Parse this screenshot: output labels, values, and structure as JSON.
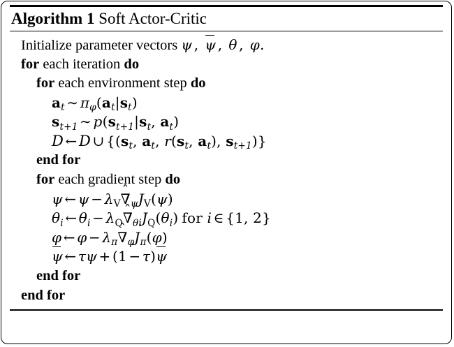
{
  "figure": {
    "kind": "algorithm-pseudocode-block",
    "caption": {
      "keyword": "Algorithm 1",
      "title": "Soft Actor-Critic"
    },
    "lines": [
      {
        "indent": 0,
        "id": "init",
        "segments": [
          {
            "type": "text",
            "value": "Initialize parameter vectors "
          },
          {
            "type": "math",
            "value": "ψ, ψ̄, θ, φ."
          }
        ]
      },
      {
        "indent": 0,
        "id": "for-iteration",
        "segments": [
          {
            "type": "keyword",
            "value": "for"
          },
          {
            "type": "text",
            "value": " each iteration "
          },
          {
            "type": "keyword",
            "value": "do"
          }
        ]
      },
      {
        "indent": 1,
        "id": "for-env-step",
        "segments": [
          {
            "type": "keyword",
            "value": "for"
          },
          {
            "type": "text",
            "value": " each environment step "
          },
          {
            "type": "keyword",
            "value": "do"
          }
        ]
      },
      {
        "indent": 2,
        "id": "sample-action",
        "segments": [
          {
            "type": "math",
            "value": "a_t ~ π_φ(a_t|s_t)"
          }
        ]
      },
      {
        "indent": 2,
        "id": "sample-next-state",
        "segments": [
          {
            "type": "math",
            "value": "s_{t+1} ~ p(s_{t+1}|s_t, a_t)"
          }
        ]
      },
      {
        "indent": 2,
        "id": "update-replay-buffer",
        "segments": [
          {
            "type": "math",
            "value": "D ← D ∪ {(s_t, a_t, r(s_t, a_t), s_{t+1})}"
          }
        ]
      },
      {
        "indent": 1,
        "id": "end-for-env-step",
        "segments": [
          {
            "type": "keyword",
            "value": "end for"
          }
        ]
      },
      {
        "indent": 1,
        "id": "for-gradient-step",
        "segments": [
          {
            "type": "keyword",
            "value": "for"
          },
          {
            "type": "text",
            "value": " each gradient step "
          },
          {
            "type": "keyword",
            "value": "do"
          }
        ]
      },
      {
        "indent": 2,
        "id": "update-psi",
        "segments": [
          {
            "type": "math",
            "value": "ψ ← ψ − λ_V ∇̂_ψ J_V(ψ)"
          }
        ]
      },
      {
        "indent": 2,
        "id": "update-theta",
        "segments": [
          {
            "type": "math",
            "value": "θ_i ← θ_i − λ_Q ∇̂_{θ_i} J_Q(θ_i) for i ∈ {1, 2}"
          }
        ]
      },
      {
        "indent": 2,
        "id": "update-phi",
        "segments": [
          {
            "type": "math",
            "value": "φ ← φ − λ_π ∇̂_φ J_π(φ)"
          }
        ]
      },
      {
        "indent": 2,
        "id": "update-target-psi",
        "segments": [
          {
            "type": "math",
            "value": "ψ̄ ← τψ + (1 − τ)ψ̄"
          }
        ]
      },
      {
        "indent": 1,
        "id": "end-for-gradient-step",
        "segments": [
          {
            "type": "keyword",
            "value": "end for"
          }
        ]
      },
      {
        "indent": 0,
        "id": "end-for-iteration",
        "segments": [
          {
            "type": "keyword",
            "value": "end for"
          }
        ]
      }
    ],
    "labels": {
      "for": "for",
      "do": "do",
      "end_for": "end for",
      "each_iteration": " each iteration ",
      "each_environment_step": " each environment step ",
      "each_gradient_step": " each gradient step ",
      "initialize_prefix": "Initialize parameter vectors ",
      "for_i_in": "for",
      "period": "."
    },
    "symbols": {
      "psi": "ψ",
      "psi_bar": "ψ̄",
      "theta": "θ",
      "phi": "φ",
      "tau": "τ",
      "lambda": "λ",
      "pi": "π",
      "nabla_hat": "∇̂",
      "calligraphic_D": "D",
      "arrow_left": "←",
      "sim": "∼",
      "union": "∪",
      "minus": "−",
      "plus": "+",
      "element_of": "∈",
      "comma": ",",
      "one": "1",
      "two": "2",
      "J": "J",
      "V": "V",
      "Q": "Q",
      "r": "r",
      "p": "p",
      "i": "i",
      "t": "t",
      "t_plus_1": "t+1"
    },
    "colors": {
      "text": "#000000",
      "background": "#ffffff",
      "rule": "#000000"
    }
  }
}
